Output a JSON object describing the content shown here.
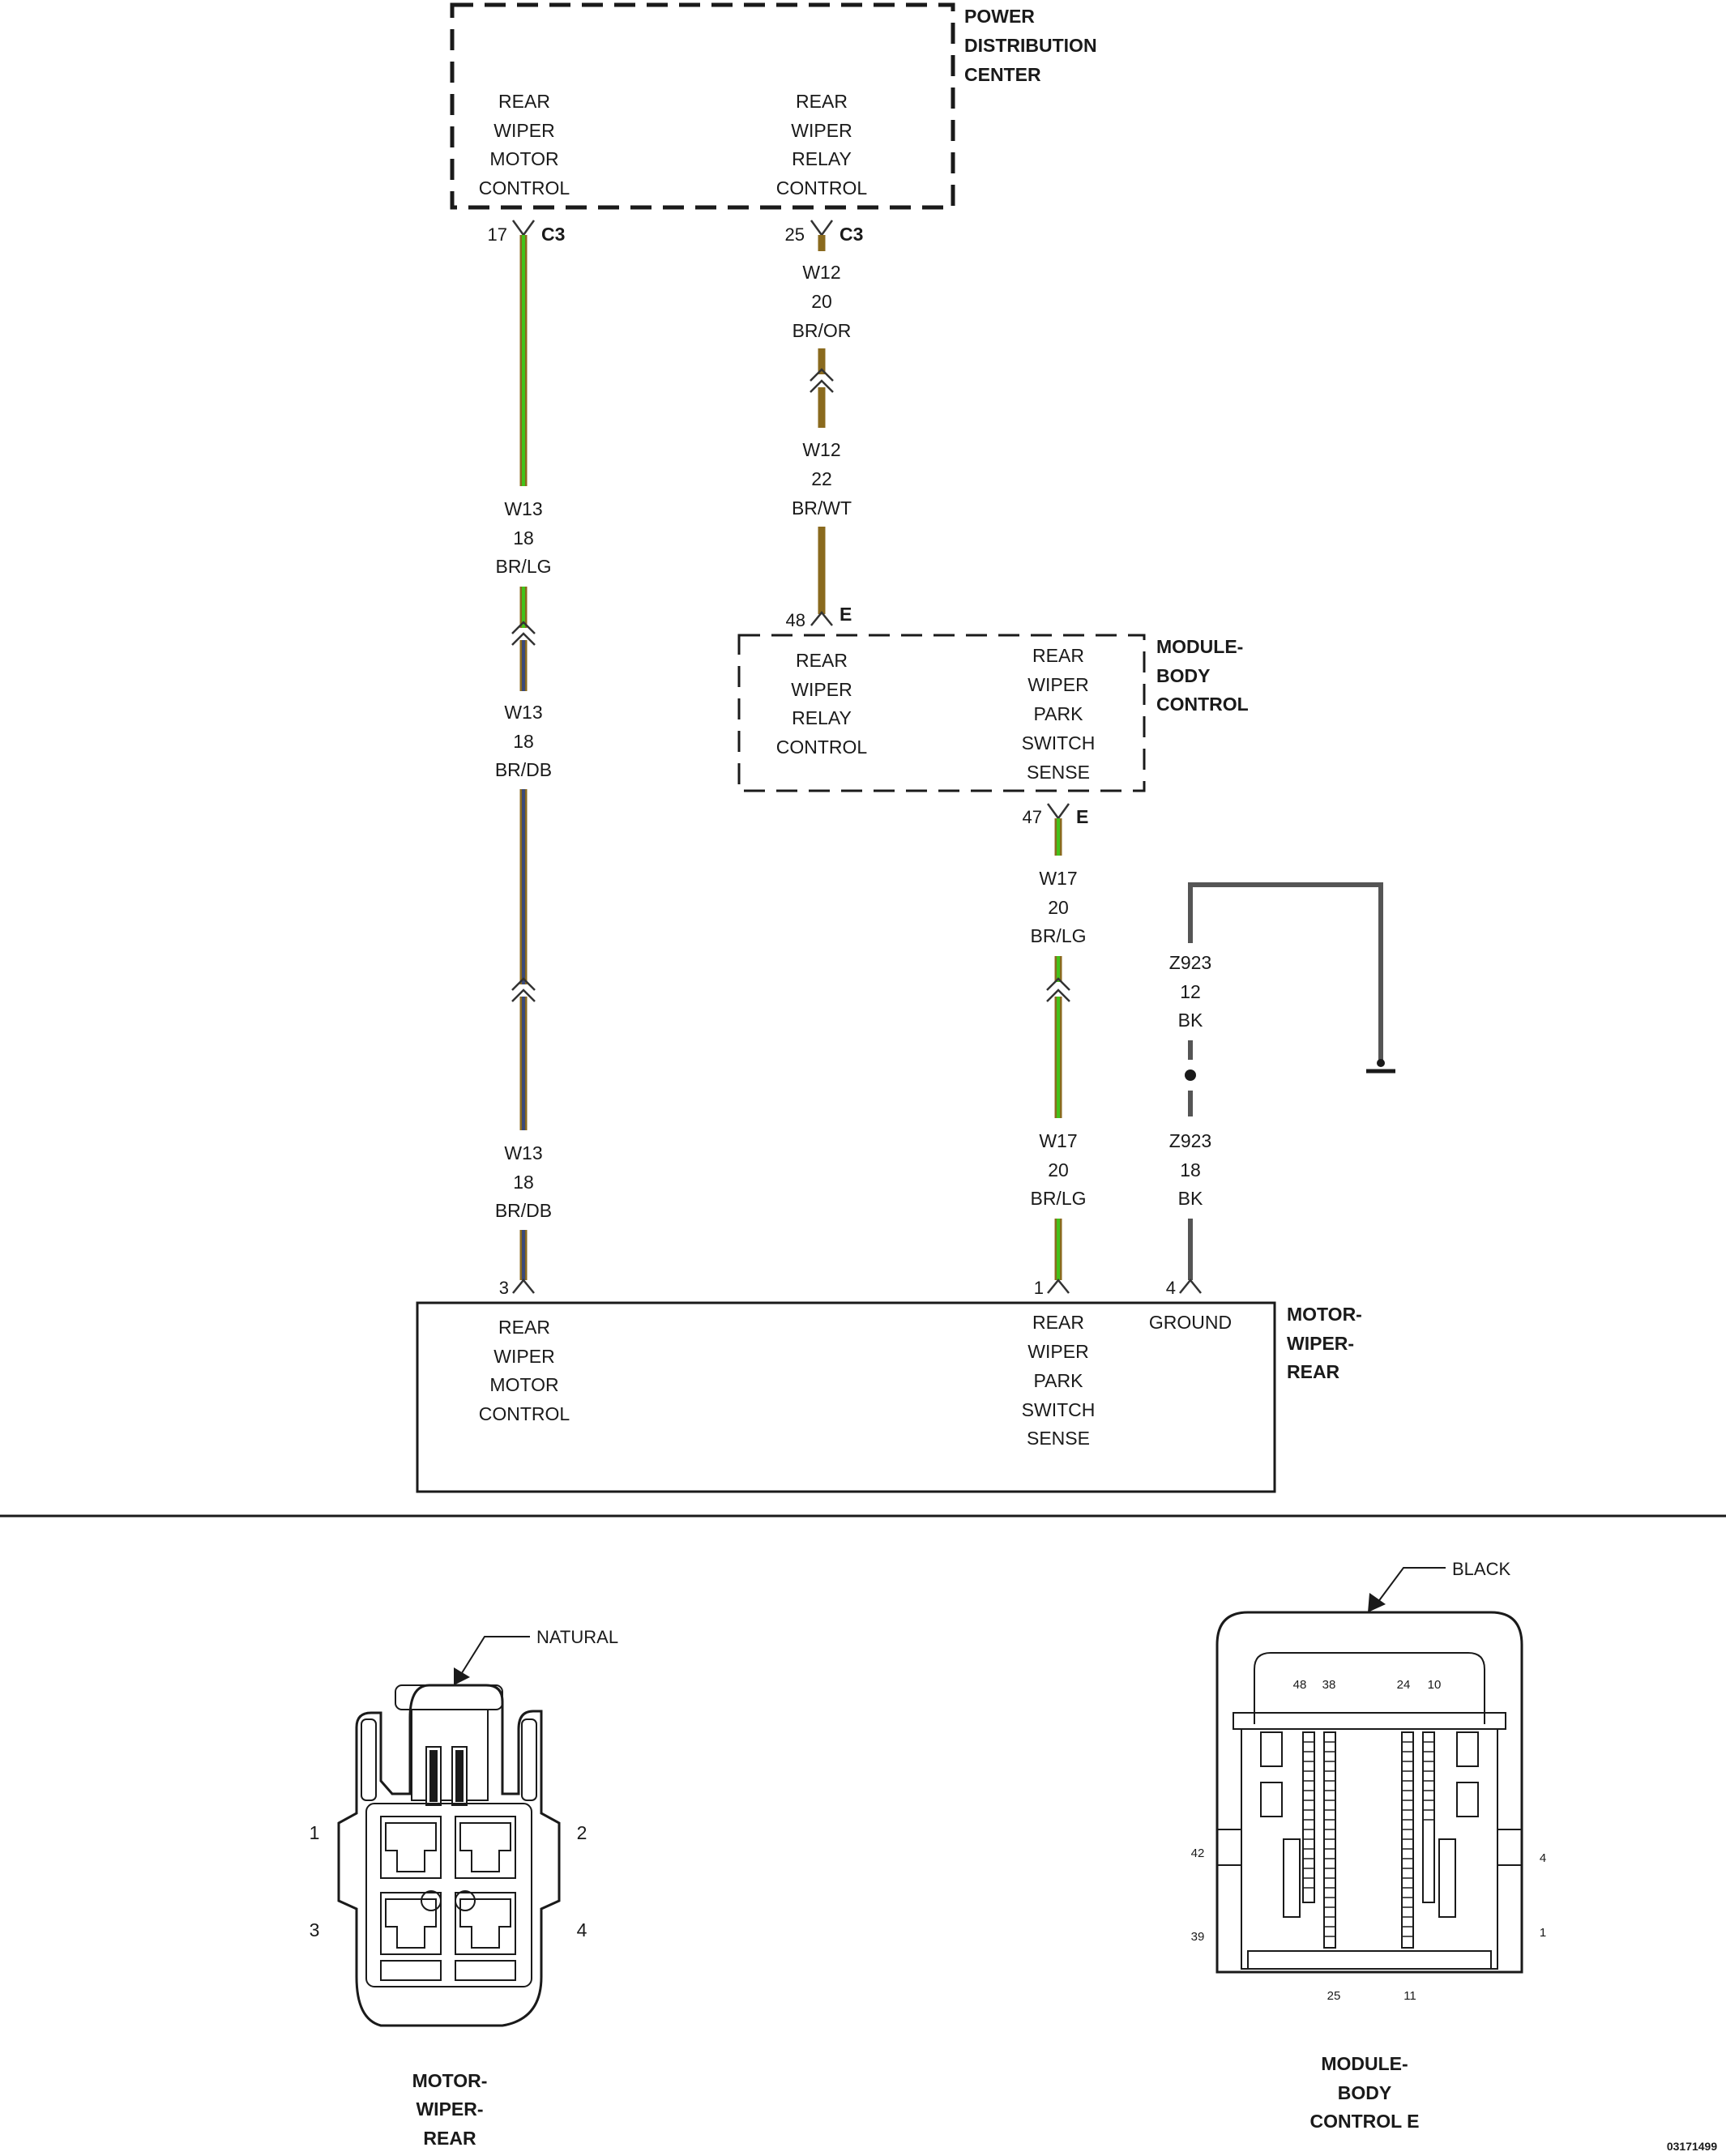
{
  "components": {
    "pdc": {
      "title": [
        "POWER",
        "DISTRIBUTION",
        "CENTER"
      ],
      "pin_left": [
        "REAR",
        "WIPER",
        "MOTOR",
        "CONTROL"
      ],
      "pin_right": [
        "REAR",
        "WIPER",
        "RELAY",
        "CONTROL"
      ]
    },
    "bcm": {
      "title": [
        "MODULE-",
        "BODY",
        "CONTROL"
      ],
      "pin_left": [
        "REAR",
        "WIPER",
        "RELAY",
        "CONTROL"
      ],
      "pin_right": [
        "REAR",
        "WIPER",
        "PARK",
        "SWITCH",
        "SENSE"
      ]
    },
    "motor": {
      "title": [
        "MOTOR-",
        "WIPER-",
        "REAR"
      ],
      "pin_left": [
        "REAR",
        "WIPER",
        "MOTOR",
        "CONTROL"
      ],
      "pin_mid": [
        "REAR",
        "WIPER",
        "PARK",
        "SWITCH",
        "SENSE"
      ],
      "pin_right": "GROUND"
    }
  },
  "connectors": {
    "pdc_17": {
      "pin": "17",
      "name": "C3"
    },
    "pdc_25": {
      "pin": "25",
      "name": "C3"
    },
    "bcm_48": {
      "pin": "48",
      "name": "E"
    },
    "bcm_47": {
      "pin": "47",
      "name": "E"
    },
    "motor_3": {
      "pin": "3"
    },
    "motor_1": {
      "pin": "1"
    },
    "motor_4": {
      "pin": "4"
    }
  },
  "wires": {
    "w13_upper": [
      "W13",
      "18",
      "BR/LG"
    ],
    "w13_mid": [
      "W13",
      "18",
      "BR/DB"
    ],
    "w13_lower": [
      "W13",
      "18",
      "BR/DB"
    ],
    "w12_upper": [
      "W12",
      "20",
      "BR/OR"
    ],
    "w12_lower": [
      "W12",
      "22",
      "BR/WT"
    ],
    "w17_upper": [
      "W17",
      "20",
      "BR/LG"
    ],
    "w17_lower": [
      "W17",
      "20",
      "BR/LG"
    ],
    "z923_upper": [
      "Z923",
      "12",
      "BK"
    ],
    "z923_lower": [
      "Z923",
      "18",
      "BK"
    ]
  },
  "wire_colors": {
    "brown": "#8a6a1e",
    "light_green": "#43c21a",
    "dark_blue": "#3c4a78",
    "black": "#555555"
  },
  "connector_views": {
    "motor": {
      "callout": "NATURAL",
      "pins": [
        "1",
        "2",
        "3",
        "4"
      ],
      "title": [
        "MOTOR-",
        "WIPER-",
        "REAR"
      ]
    },
    "bcm": {
      "callout": "BLACK",
      "top_pins": [
        "48",
        "38",
        "24",
        "10"
      ],
      "left_pins": [
        "42",
        "39"
      ],
      "right_pins": [
        "4",
        "1"
      ],
      "bottom_pins": [
        "25",
        "11"
      ],
      "title": [
        "MODULE-",
        "BODY",
        "CONTROL E"
      ]
    }
  },
  "figure_id": "03171499"
}
